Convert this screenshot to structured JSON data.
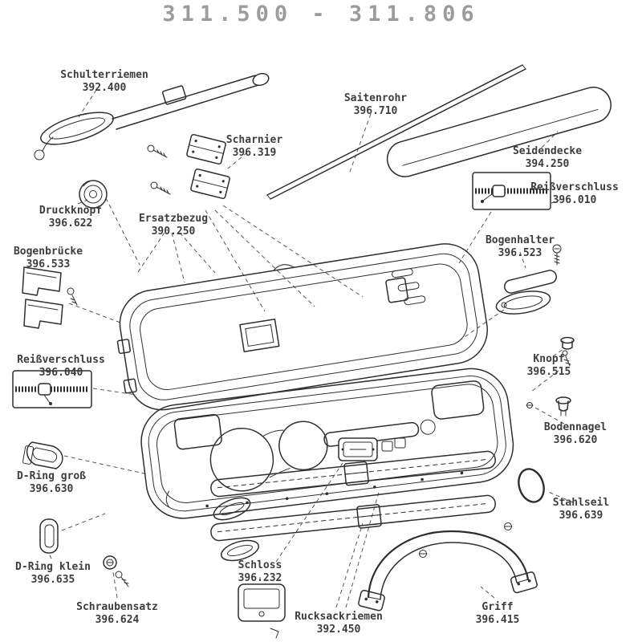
{
  "title": "311.500 - 311.806",
  "parts": [
    {
      "id": "schulterriemen",
      "name": "Schulterriemen",
      "number": "392.400"
    },
    {
      "id": "saitenrohr",
      "name": "Saitenrohr",
      "number": "396.710"
    },
    {
      "id": "scharnier",
      "name": "Scharnier",
      "number": "396.319"
    },
    {
      "id": "seidendecke",
      "name": "Seidendecke",
      "number": "394.250"
    },
    {
      "id": "reissverschluss-rechts",
      "name": "Reißverschluss",
      "number": "396.010"
    },
    {
      "id": "druckknopf",
      "name": "Druckknopf",
      "number": "396.622"
    },
    {
      "id": "ersatzbezug",
      "name": "Ersatzbezug",
      "number": "390.250"
    },
    {
      "id": "bogenhalter",
      "name": "Bogenhalter",
      "number": "396.523"
    },
    {
      "id": "bogenbruecke",
      "name": "Bogenbrücke",
      "number": "396.533"
    },
    {
      "id": "knopf",
      "name": "Knopf",
      "number": "396.515"
    },
    {
      "id": "reissverschluss-links",
      "name": "Reißverschluss",
      "number": "396.040"
    },
    {
      "id": "bodennagel",
      "name": "Bodennagel",
      "number": "396.620"
    },
    {
      "id": "d-ring-gross",
      "name": "D-Ring groß",
      "number": "396.630"
    },
    {
      "id": "stahlseil",
      "name": "Stahlseil",
      "number": "396.639"
    },
    {
      "id": "d-ring-klein",
      "name": "D-Ring klein",
      "number": "396.635"
    },
    {
      "id": "schloss",
      "name": "Schloss",
      "number": "396.232"
    },
    {
      "id": "schraubensatz",
      "name": "Schraubensatz",
      "number": "396.624"
    },
    {
      "id": "rucksackriemen",
      "name": "Rucksackriemen",
      "number": "392.450"
    },
    {
      "id": "griff",
      "name": "Griff",
      "number": "396.415"
    }
  ]
}
